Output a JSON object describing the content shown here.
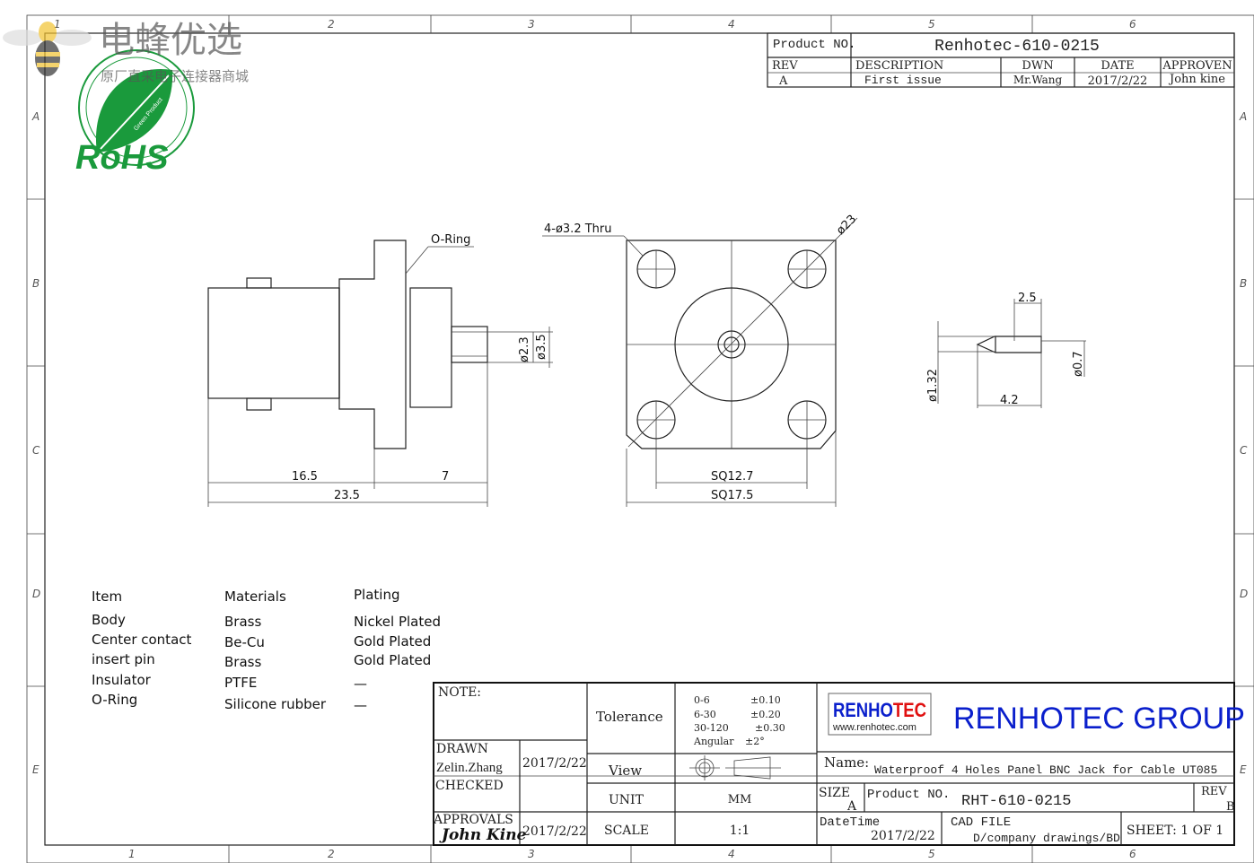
{
  "watermark": {
    "brand": "电蜂优选",
    "tagline": "原厂直采电子连接器商城"
  },
  "rohs": {
    "text": "RoHS",
    "leaf_text": "Green Product",
    "color": "#1a9a3c"
  },
  "zones": {
    "columns": [
      "1",
      "2",
      "3",
      "4",
      "5",
      "6"
    ],
    "rows": [
      "A",
      "B",
      "C",
      "D",
      "E"
    ]
  },
  "revision_block": {
    "product_no_label": "Product NO.",
    "product_no": "Renhotec-610-0215",
    "headers": [
      "REV",
      "DESCRIPTION",
      "DWN",
      "DATE",
      "APPROVEN"
    ],
    "row": [
      "A",
      "First issue",
      "Mr.Wang",
      "2017/2/22",
      "John kine"
    ]
  },
  "dimensions": {
    "oring": "O-Ring",
    "holes": "4-ø3.2 Thru",
    "d23": "ø23",
    "d23b": "ø2.3",
    "d35": "ø3.5",
    "len165": "16.5",
    "len7": "7",
    "len235": "23.5",
    "sq127": "SQ12.7",
    "sq175": "SQ17.5",
    "pin25": "2.5",
    "pin132": "ø1.32",
    "pin07": "ø0.7",
    "pin42": "4.2"
  },
  "bom": {
    "headers": [
      "Item",
      "Materials",
      "Plating"
    ],
    "rows": [
      [
        "Body",
        "Brass",
        "Nickel Plated"
      ],
      [
        "Center contact",
        "Be-Cu",
        "Gold Plated"
      ],
      [
        "insert pin",
        "Brass",
        "Gold Plated"
      ],
      [
        "Insulator",
        "PTFE",
        "—"
      ],
      [
        "O-Ring",
        "Silicone rubber",
        "—"
      ]
    ]
  },
  "title_block": {
    "note_label": "NOTE:",
    "drawn_label": "DRAWN",
    "drawn_by": "Zelin.Zhang",
    "drawn_date": "2017/2/22",
    "checked_label": "CHECKED",
    "approvals_label": "APPROVALS",
    "approver_signature": "John Kine",
    "approval_date": "2017/2/22",
    "tolerance_label": "Tolerance",
    "tolerances": [
      [
        "0-6",
        "±0.10"
      ],
      [
        "6-30",
        "±0.20"
      ],
      [
        "30-120",
        "±0.30"
      ],
      [
        "Angular",
        "±2°"
      ]
    ],
    "view_label": "View",
    "unit_label": "UNIT",
    "unit": "MM",
    "scale_label": "SCALE",
    "scale": "1:1",
    "logo_text_blue": "RENHO",
    "logo_text_red": "TEC",
    "logo_url": "www.renhotec.com",
    "company": "RENHOTEC GROUP",
    "name_label": "Name:",
    "name": "Waterproof 4 Holes Panel BNC Jack for Cable UT085",
    "size_label": "SIZE",
    "size": "A",
    "product_no_label": "Product NO.",
    "product_no": "RHT-610-0215",
    "rev_label": "REV",
    "rev": "B",
    "datetime_label": "DateTime",
    "datetime": "2017/2/22",
    "cad_label": "CAD FILE",
    "cad_path": "D/company drawings/BD",
    "sheet": "SHEET: 1 OF 1",
    "brand_blue": "#0a1fcc",
    "brand_red": "#e01010"
  }
}
